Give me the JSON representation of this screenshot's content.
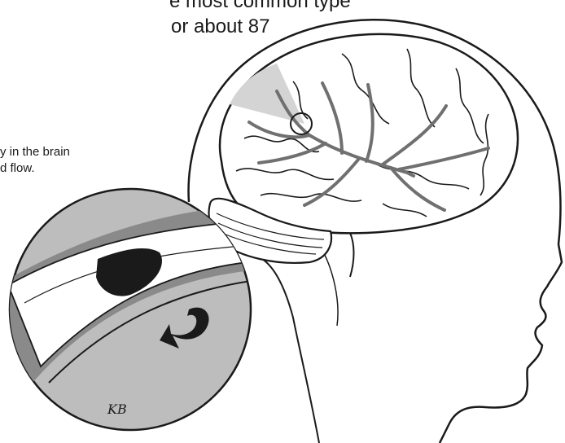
{
  "text": {
    "title_line_1": "e most common type",
    "title_line_2": "or about 87",
    "caption_line_1": "y in the brain",
    "caption_line_2": "d flow."
  },
  "signature": "KB",
  "colors": {
    "line": "#1a1a1a",
    "vessel": "#707070",
    "skin": "#ffffff",
    "highlight": "#d4d4d4",
    "inset_bg": "#bdbdbd",
    "inset_band": "#8a8a8a",
    "clot": "#1a1a1a"
  }
}
